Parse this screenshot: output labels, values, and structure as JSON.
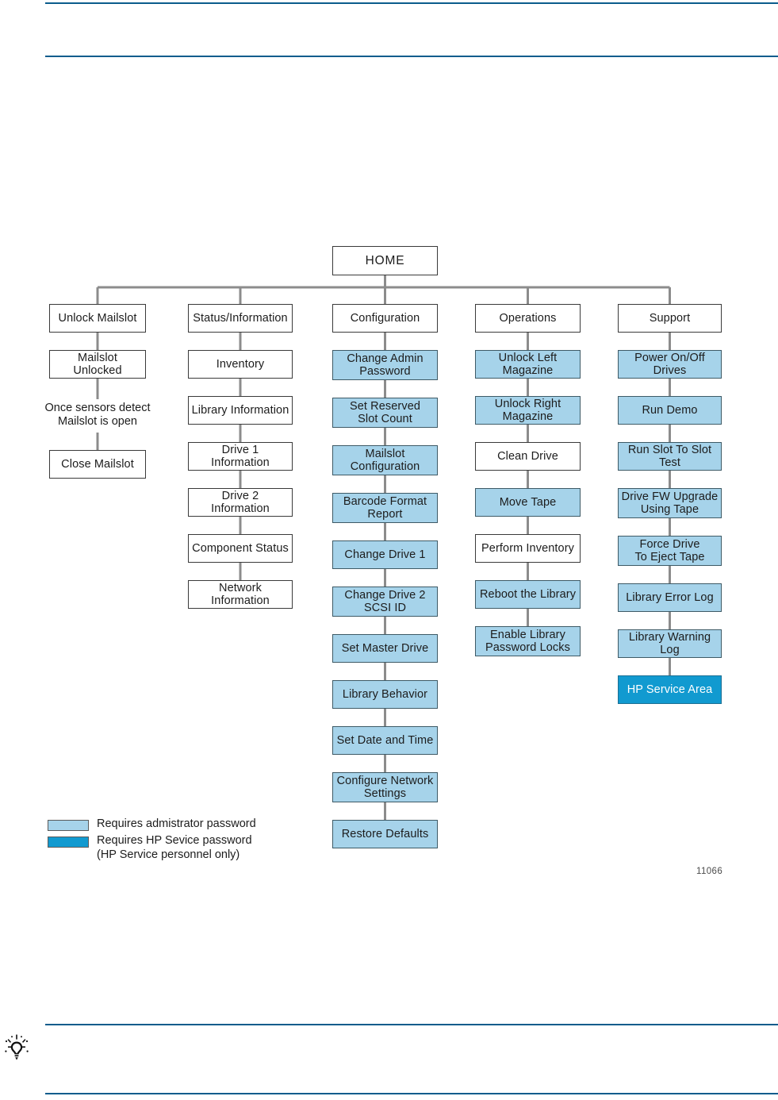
{
  "figure": {
    "id_label": "11066",
    "root": {
      "label": "HOME"
    },
    "columns": [
      {
        "name": "unlock-mailslot",
        "header": "Unlock Mailslot",
        "items": [
          {
            "label": "Mailslot Unlocked",
            "level": "none"
          },
          {
            "label": "Close Mailslot",
            "level": "none"
          }
        ],
        "caption": "Once sensors detect\nMailslot is open"
      },
      {
        "name": "status-information",
        "header": "Status/Information",
        "items": [
          {
            "label": "Inventory",
            "level": "none"
          },
          {
            "label": "Library Information",
            "level": "none"
          },
          {
            "label": "Drive 1 Information",
            "level": "none"
          },
          {
            "label": "Drive 2 Information",
            "level": "none"
          },
          {
            "label": "Component Status",
            "level": "none"
          },
          {
            "label": "Network Information",
            "level": "none"
          }
        ]
      },
      {
        "name": "configuration",
        "header": "Configuration",
        "items": [
          {
            "label": "Change Admin\nPassword",
            "level": "admin"
          },
          {
            "label": "Set Reserved\nSlot Count",
            "level": "admin"
          },
          {
            "label": "Mailslot\nConfiguration",
            "level": "admin"
          },
          {
            "label": "Barcode Format\nReport",
            "level": "admin"
          },
          {
            "label": "Change Drive 1",
            "level": "admin"
          },
          {
            "label": "Change Drive 2\nSCSI ID",
            "level": "admin"
          },
          {
            "label": "Set Master Drive",
            "level": "admin"
          },
          {
            "label": "Library Behavior",
            "level": "admin"
          },
          {
            "label": "Set  Date and Time",
            "level": "admin"
          },
          {
            "label": "Configure Network\nSettings",
            "level": "admin"
          },
          {
            "label": "Restore Defaults",
            "level": "admin"
          }
        ]
      },
      {
        "name": "operations",
        "header": "Operations",
        "items": [
          {
            "label": "Unlock Left Magazine",
            "level": "admin"
          },
          {
            "label": "Unlock Right Magazine",
            "level": "admin"
          },
          {
            "label": "Clean Drive",
            "level": "none"
          },
          {
            "label": "Move Tape",
            "level": "admin"
          },
          {
            "label": "Perform Inventory",
            "level": "none"
          },
          {
            "label": "Reboot the Library",
            "level": "admin"
          },
          {
            "label": "Enable Library\nPassword Locks",
            "level": "admin"
          }
        ]
      },
      {
        "name": "support",
        "header": "Support",
        "items": [
          {
            "label": "Power On/Off Drives",
            "level": "admin"
          },
          {
            "label": "Run Demo",
            "level": "admin"
          },
          {
            "label": "Run Slot To Slot Test",
            "level": "admin"
          },
          {
            "label": "Drive FW Upgrade\nUsing Tape",
            "level": "admin"
          },
          {
            "label": "Force Drive\nTo Eject Tape",
            "level": "admin"
          },
          {
            "label": "Library Error Log",
            "level": "admin"
          },
          {
            "label": "Library Warning Log",
            "level": "admin"
          },
          {
            "label": "HP Service Area",
            "level": "service"
          }
        ]
      }
    ],
    "legend": [
      {
        "swatch": "admin",
        "text": "Requires admistrator password"
      },
      {
        "swatch": "service",
        "text": "Requires HP Sevice password\n(HP Service personnel only)"
      }
    ]
  },
  "colors": {
    "admin_fill": "#a6d3ea",
    "service_fill": "#119ad0",
    "rule": "#0b5c8c",
    "connector": "#8c8c8c",
    "node_border": "#3a3a3a"
  }
}
